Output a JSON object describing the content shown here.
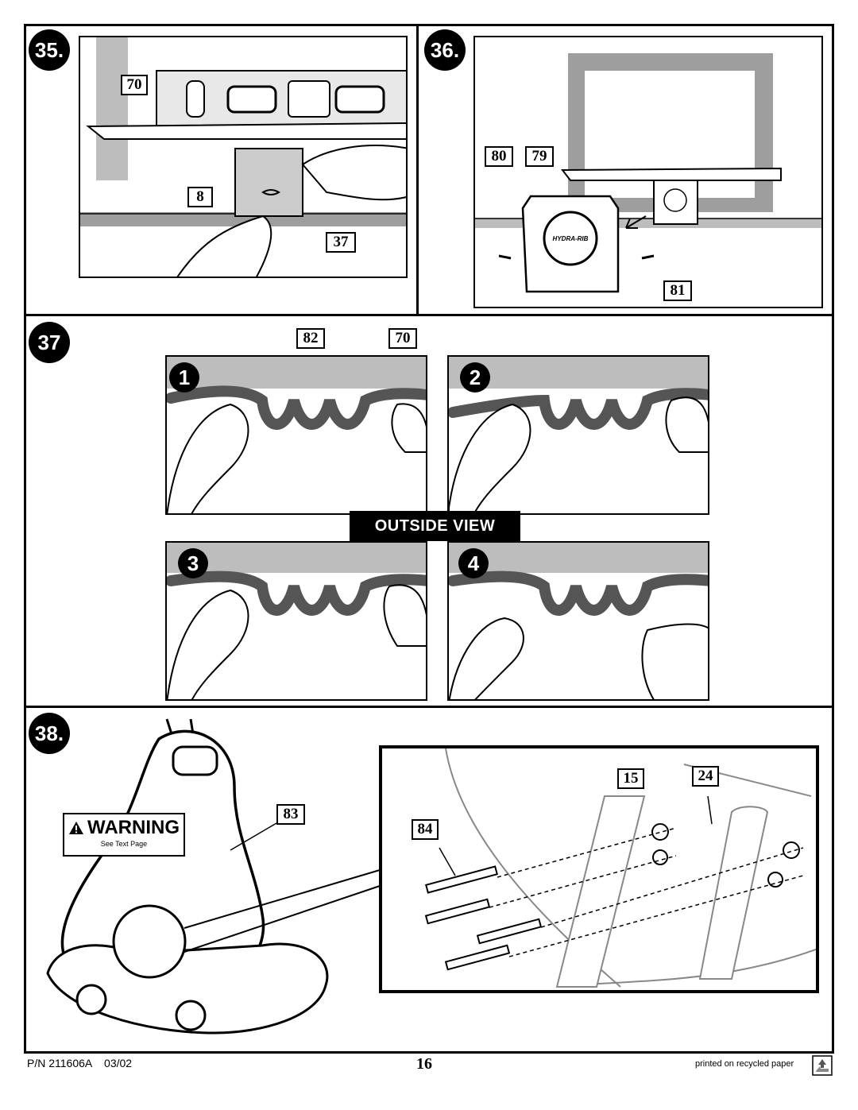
{
  "steps": {
    "s35": "35.",
    "s36": "36.",
    "s37": "37",
    "s38": "38."
  },
  "callouts": {
    "c35_70": "70",
    "c35_8": "8",
    "c35_37": "37",
    "c36_80": "80",
    "c36_79": "79",
    "c36_81": "81",
    "c37_82": "82",
    "c37_70": "70",
    "c38_83": "83",
    "c38_15": "15",
    "c38_24": "24",
    "c38_84": "84"
  },
  "sub_steps": [
    "1",
    "2",
    "3",
    "4"
  ],
  "labels": {
    "outside_view": "OUTSIDE VIEW",
    "brand": "HYDRA-RIB",
    "warning_title": "WARNING",
    "warning_sub": "See Text Page"
  },
  "footer": {
    "part_number": "P/N 211606A    03/02",
    "page_number": "16",
    "recycled": "printed on recycled paper"
  }
}
